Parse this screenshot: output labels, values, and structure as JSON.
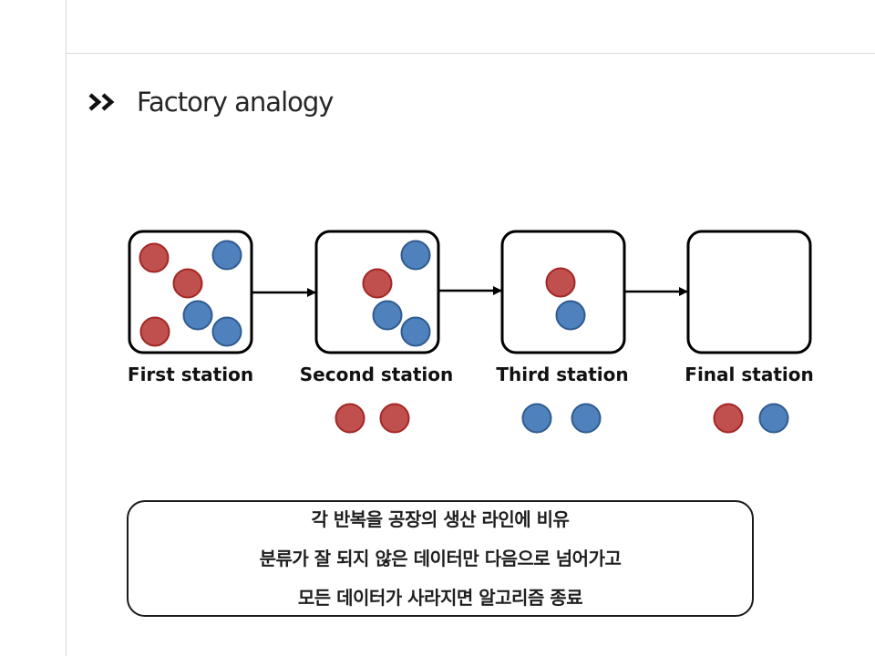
{
  "section": {
    "marker_icon": "double-chevron-right-icon",
    "title": "Factory analogy"
  },
  "stations": [
    {
      "label": "First station",
      "balls_inside": [
        "red",
        "blue",
        "red",
        "blue",
        "red",
        "blue"
      ],
      "balls_removed": []
    },
    {
      "label": "Second station",
      "balls_inside": [
        "blue",
        "red",
        "blue",
        "blue"
      ],
      "balls_removed": [
        "red",
        "red"
      ]
    },
    {
      "label": "Third station",
      "balls_inside": [
        "red",
        "blue"
      ],
      "balls_removed": [
        "blue",
        "blue"
      ]
    },
    {
      "label": "Final station",
      "balls_inside": [],
      "balls_removed": [
        "red",
        "blue"
      ]
    }
  ],
  "colors": {
    "red": "#c0504d",
    "blue": "#4f81bd"
  },
  "note": {
    "lines": [
      "각 반복을 공장의 생산 라인에 비유",
      "분류가 잘 되지 않은 데이터만 다음으로 넘어가고",
      "모든 데이터가 사라지면 알고리즘 종료"
    ]
  }
}
